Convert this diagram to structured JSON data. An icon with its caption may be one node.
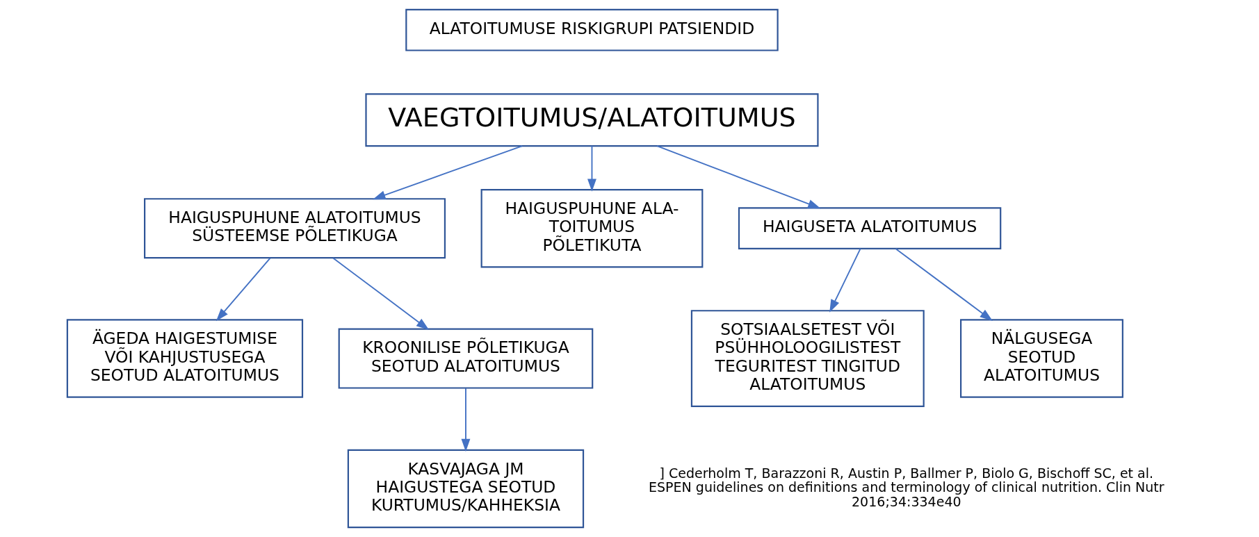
{
  "diagram": {
    "nodes": [
      {
        "text": [
          "ALATOITUMUSE RISKIGRUPI PATSIENDID"
        ]
      },
      {
        "text": [
          "VAEGTOITUMUS/ALATOITUMUS"
        ]
      },
      {
        "text": [
          "HAIGUSPUHUNE ALATOITUMUS SÜSTEEMSE PÕLETIKUGA"
        ]
      },
      {
        "text": [
          "HAIGUSPUHUNE ALA- TOITUMUS PÕLETIKUTA"
        ]
      },
      {
        "text": [
          "HAIGUSETA ALATOITUMUS"
        ]
      },
      {
        "text": [
          "ÄGEDA HAIGESTUMISE VÕI KAHJUSTUSEGA SEOTUD ALATOITUMUS"
        ]
      },
      {
        "text": [
          "KROONILISE PÕLETIKUGA SEOTUD ALATOITUMUS"
        ]
      },
      {
        "text": [
          "SOTSIAALSETEST VÕI PSÜHHOLOOGILISTEST TEGURITEST TINGITUD ALATOITUMUS"
        ]
      },
      {
        "text": [
          "NÄLGUSEGA SEOTUD ALATOITUMUS"
        ]
      },
      {
        "text": [
          "KASVAJAGA JM HAIGUSTEGA SEOTUD KURTUMUS/KAHHEKSIA"
        ]
      }
    ],
    "edges": [
      {
        "from": 1,
        "to": 2,
        "arrow": "to"
      },
      {
        "from": 1,
        "to": 3,
        "arrow": "to"
      },
      {
        "from": 1,
        "to": 4,
        "arrow": "to"
      },
      {
        "from": 2,
        "to": 5,
        "arrow": "to"
      },
      {
        "from": 2,
        "to": 6,
        "arrow": "to"
      },
      {
        "from": 4,
        "to": 7,
        "arrow": "to"
      },
      {
        "from": 4,
        "to": 8,
        "arrow": "to"
      },
      {
        "from": 6,
        "to": 9,
        "arrow": "to"
      }
    ],
    "labels": [
      "] Cederholm T, Barazzoni R, Austin P, Ballmer P, Biolo G, Bischoff SC, et al. ESPEN guidelines on definitions and terminology of clinical nutrition. Clin Nutr 2016;34:334e40"
    ]
  }
}
